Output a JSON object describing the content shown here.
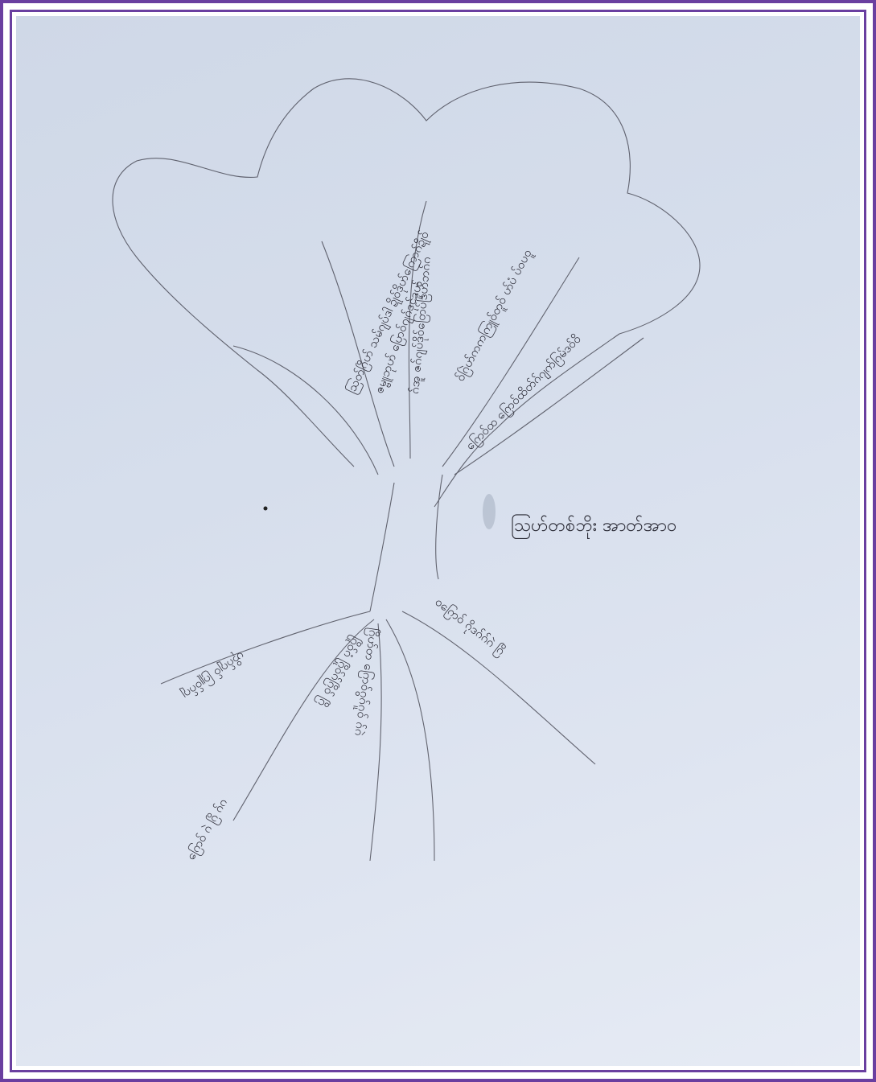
{
  "diagram": {
    "center_label": "ဩဟ်တစ်ဘိုး အာတ်အာဝ",
    "crown_branches": [
      {
        "text": "ဩတ်ဂြိဟ် သမ်ဂျပ်ဒါ ဍိုဝ်ဒိုဟ်ကြောဂ်ဍိုဝ်"
      },
      {
        "text": "ဇမ္ဗူဘုဟ် ပြောဝ်ဂျဂ်ဒုင်ဒူဟ်"
      },
      {
        "text": "ဂ်အူ ဇဂ်ဂျပ်ဒိုဝ်ဝြောပ်ဒြဟ်ဘဂ်ဂ"
      },
      {
        "text": "ဝ်ဂြဲဟ်ကကကြူဝ်တူဝ် ဟ်ပံ ပ်ဝပဝူ"
      },
      {
        "text": "ဂြောဝ်ထ ဂြောဝ်ထိတ်ဂ်ဂျက်ဂြမ်ဒဝ်ဝိ"
      }
    ],
    "root_branches": [
      {
        "text": "ဝဂြောဝ် ဂိုဒဂ်ဂ်ဂဲ ဂြိ"
      },
      {
        "text": "ဂြိဟ်တ ဂြောဝ်ဂွဂ်ဂူဝ် ဂ်ဂဲ"
      },
      {
        "text": "ဂြိုဝ်ဂံ ဂြိုဝ်ဂ်ဂြိဝ် ဂြိ"
      },
      {
        "text": "ဟိုဂ်ဂျဝ် ဂြူဝ်ဂ်ဂျ"
      },
      {
        "text": "ဂြောဝ် ဂဲ ဂြိ ဂ်ဂ"
      }
    ]
  },
  "colors": {
    "frame": "#6a3fa0",
    "paper": "#d6deec",
    "ink": "#2a2a35",
    "pencil": "#3a3a45"
  }
}
